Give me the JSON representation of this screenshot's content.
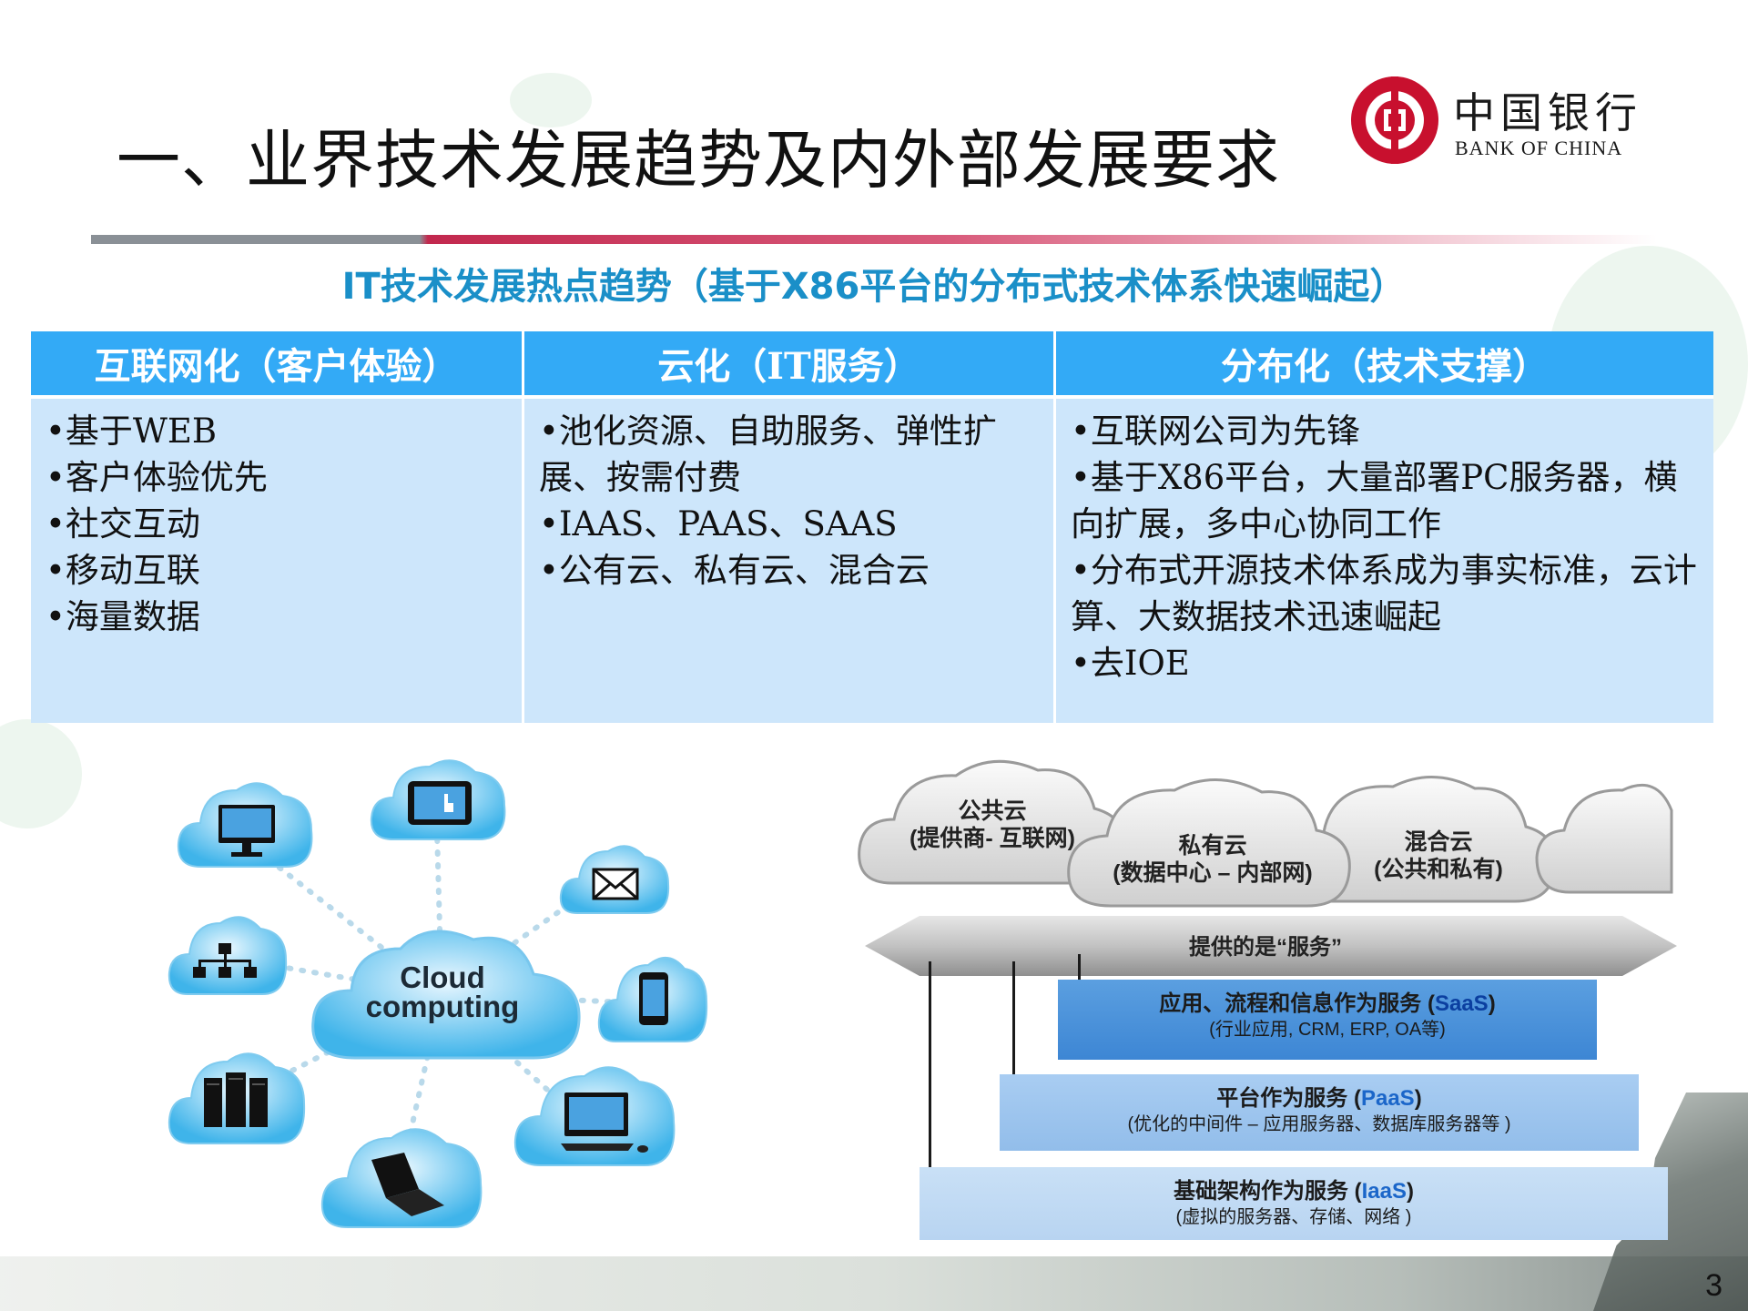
{
  "header": {
    "title": "一、业界技术发展趋势及内外部发展要求",
    "logo_cn": "中国银行",
    "logo_en": "BANK OF CHINA"
  },
  "subtitle": "IT技术发展热点趋势（基于X86平台的分布式技术体系快速崛起）",
  "table": {
    "columns": [
      {
        "header": "互联网化（客户体验）",
        "items": [
          "•基于WEB",
          "•客户体验优先",
          "•社交互动",
          "•移动互联",
          "•海量数据"
        ]
      },
      {
        "header": "云化（IT服务）",
        "items": [
          "•池化资源、自助服务、弹性扩展、按需付费",
          "•IAAS、PAAS、SAAS",
          "•公有云、私有云、混合云"
        ]
      },
      {
        "header": "分布化（技术支撑）",
        "items": [
          "•互联网公司为先锋",
          "•基于X86平台，大量部署PC服务器，横向扩展，多中心协同工作",
          "•分布式开源技术体系成为事实标准，云计算、大数据技术迅速崛起",
          "•去IOE"
        ]
      }
    ]
  },
  "cloud_illustration": {
    "center_label_line1": "Cloud",
    "center_label_line2": "computing",
    "icons": [
      "monitor-icon",
      "tablet-icon",
      "mail-icon",
      "network-icon",
      "phone-icon",
      "server-icon",
      "laptop-icon",
      "desktop-icon"
    ],
    "cloud_color": "#3fb4ea"
  },
  "service_diagram": {
    "clouds": [
      {
        "line1": "公共云",
        "line2": "(提供商- 互联网)"
      },
      {
        "line1": "私有云",
        "line2": "(数据中心 – 内部网)"
      },
      {
        "line1": "混合云",
        "line2": "(公共和私有)"
      }
    ],
    "band_label": "提供的是“服务”",
    "layers": {
      "saas": {
        "title": "应用、流程和信息作为服务 (",
        "acronym": "SaaS",
        "close": ")",
        "detail": "(行业应用, CRM, ERP, OA等)"
      },
      "paas": {
        "title": "平台作为服务 (",
        "acronym": "PaaS",
        "close": ")",
        "detail": "(优化的中间件 – 应用服务器、数据库服务器等 )"
      },
      "iaas": {
        "title": "基础架构作为服务 (",
        "acronym": "IaaS",
        "close": ")",
        "detail": "(虚拟的服务器、存储、网络 )"
      }
    }
  },
  "page_number": "3",
  "colors": {
    "table_header": "#33aaf6",
    "table_body": "#cde6fb",
    "subtitle": "#1a8fc8",
    "brand_red": "#c8102e"
  }
}
